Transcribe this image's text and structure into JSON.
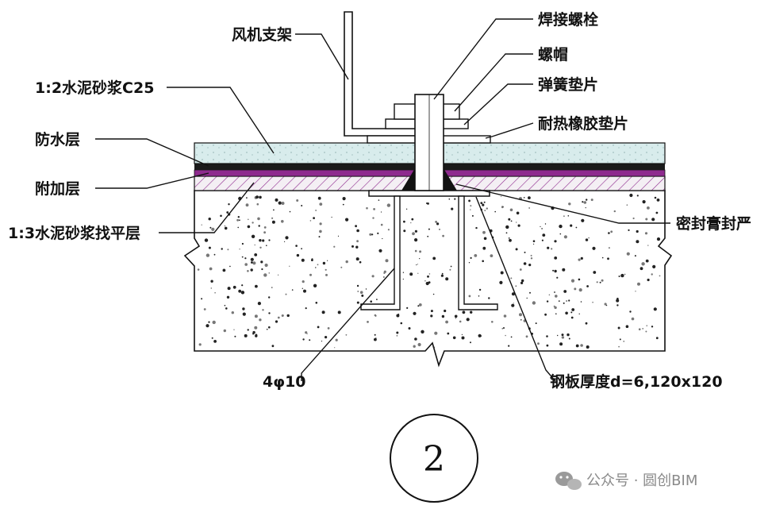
{
  "labels": {
    "fan_bracket": "风机支架",
    "cement_mortar_c25": "1:2水泥砂浆C25",
    "waterproof_layer": "防水层",
    "additional_layer": "附加层",
    "leveling_layer": "1:3水泥砂浆找平层",
    "welded_bolt": "焊接螺栓",
    "nut": "螺帽",
    "spring_washer": "弹簧垫片",
    "rubber_gasket": "耐热橡胶垫片",
    "sealant": "密封膏封严",
    "anchor_bars": "4φ10",
    "steel_plate": "钢板厚度d=6,120x120"
  },
  "detail_number": "2",
  "watermark": {
    "text": "公众号 · 圆创BIM",
    "icon": "wechat-icon"
  },
  "colors": {
    "line": "#111111",
    "mortar_top": "#d8ecec",
    "waterproof": "#1a1a1a",
    "additional": "#8e2a8e",
    "hatch_bg": "#f3eef3",
    "concrete": "#ffffff",
    "watermark": "#8a8a8a"
  }
}
